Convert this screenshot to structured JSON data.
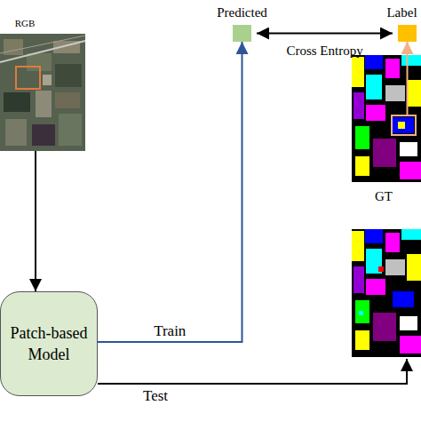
{
  "diagram": {
    "nodes": [
      {
        "text": [
          "RGB"
        ]
      },
      {
        "text": [
          "Patch-based Model"
        ]
      },
      {
        "text": [
          "Predicted"
        ]
      },
      {
        "text": [
          "Label"
        ]
      },
      {
        "text": [
          "GT"
        ]
      }
    ],
    "edges": [
      {
        "from": 0,
        "to": 1,
        "arrow": "to"
      },
      {
        "from": 1,
        "to": 2,
        "label": "Train",
        "arrow": "to"
      },
      {
        "from": 2,
        "to": 3,
        "label": "Cross Entropy",
        "arrow": "both"
      },
      {
        "from": 4,
        "to": 3,
        "arrow": "to"
      }
    ],
    "labels": [
      "Test"
    ]
  }
}
